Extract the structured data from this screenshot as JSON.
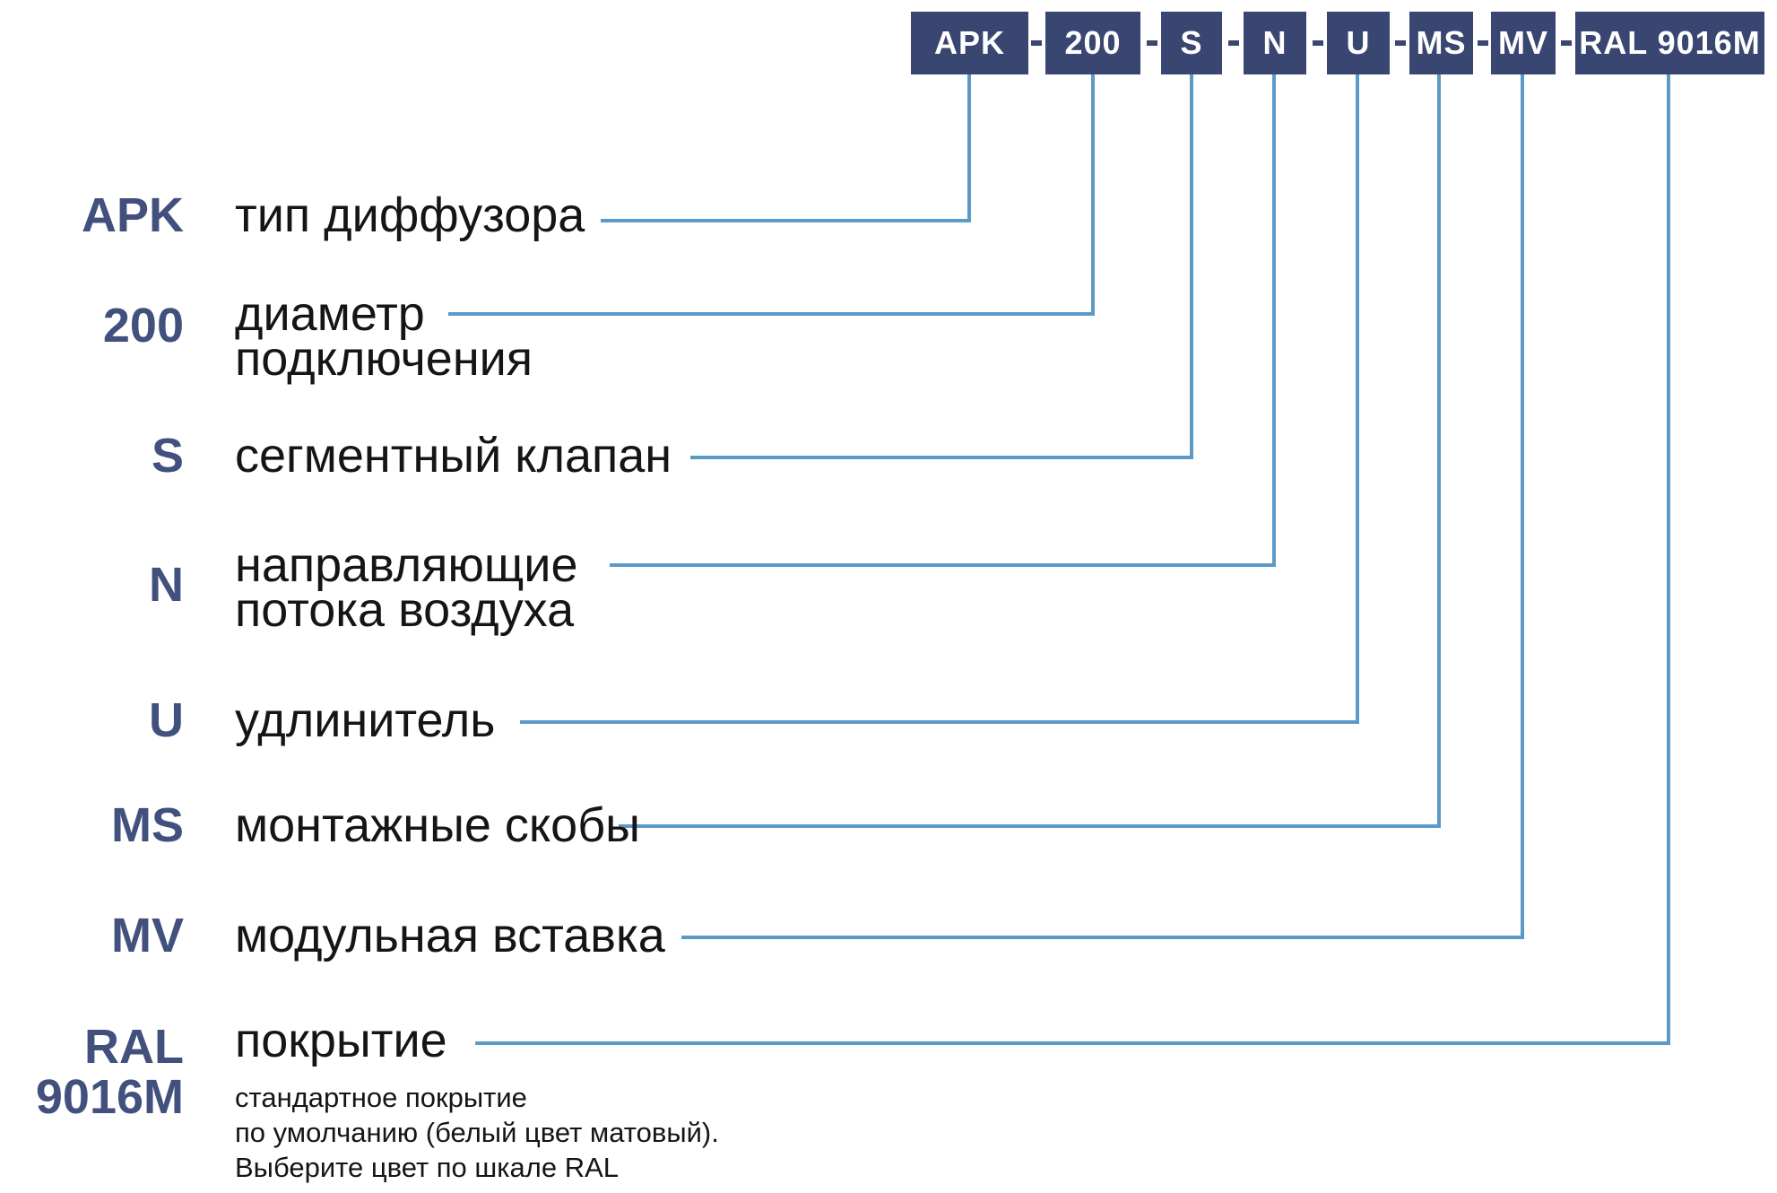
{
  "code_strip": {
    "separator": "-",
    "boxes": [
      {
        "code": "APK"
      },
      {
        "code": "200"
      },
      {
        "code": "S"
      },
      {
        "code": "N"
      },
      {
        "code": "U"
      },
      {
        "code": "MS"
      },
      {
        "code": "MV"
      },
      {
        "code": "RAL 9016M"
      }
    ]
  },
  "legend": {
    "rows": [
      {
        "code": "APK",
        "label": "тип диффузора"
      },
      {
        "code": "200",
        "label": "диаметр\nподключения"
      },
      {
        "code": "S",
        "label": "сегментный клапан"
      },
      {
        "code": "N",
        "label": "направляющие\nпотока воздуха"
      },
      {
        "code": "U",
        "label": "удлинитель"
      },
      {
        "code": "MS",
        "label": "монтажные скобы"
      },
      {
        "code": "MV",
        "label": "модульная вставка"
      },
      {
        "code": "RAL\n9016M",
        "label": "покрытие",
        "note": "стандартное покрытие\nпо умолчанию (белый цвет матовый).\nВыберите цвет по шкале RAL"
      }
    ]
  },
  "colors": {
    "box": "#3a4672",
    "connector": "#5b9ac7",
    "code": "#42507e",
    "text": "#151515"
  }
}
